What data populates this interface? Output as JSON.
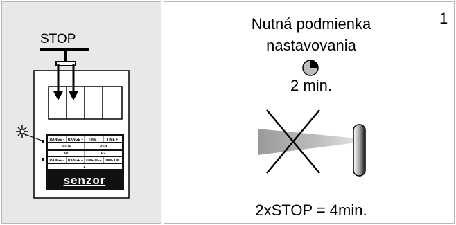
{
  "left_panel": {
    "stop_label": "STOP",
    "device": {
      "row1": [
        "RANGE -",
        "RANGE +",
        "TIME -",
        "TIME +"
      ],
      "row2": [
        "STOP",
        "RSH"
      ],
      "row3": [
        "P1",
        "P2"
      ],
      "row4": [
        "RANGE -",
        "RANGE +",
        "TIME OFF",
        "TIME ON"
      ],
      "row5": "2",
      "logo": "senzor"
    }
  },
  "right_panel": {
    "page_number": "1",
    "title_line1": "Nutná podmienka",
    "title_line2": "nastavovania",
    "time_label": "2 min.",
    "footer": "2xSTOP = 4min."
  },
  "icons": [
    "sun-icon",
    "clock-icon",
    "forbidden-x-icon",
    "light-beam-icon",
    "sensor-icon",
    "arrow-down-icon"
  ]
}
